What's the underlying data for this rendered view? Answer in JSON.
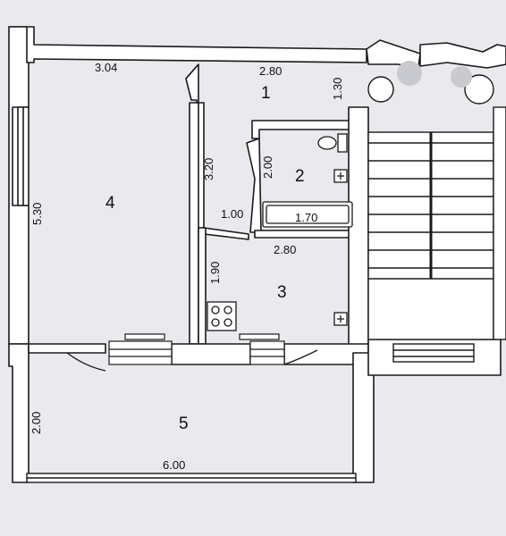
{
  "colors": {
    "paper": "#e9e9ee",
    "ink": "#1a1a1a",
    "wall": "#ffffff",
    "shadow": "#c9c9d0"
  },
  "rooms": {
    "r1": "1",
    "r2": "2",
    "r3": "3",
    "r4": "4",
    "r5": "5"
  },
  "dims": {
    "top_left_width": "3.04",
    "hall_width": "2.80",
    "hall_depth": "1.30",
    "room4_height": "5.30",
    "hall_length": "3.20",
    "bath_depth": "2.00",
    "bath_length": "1.70",
    "door_width": "1.00",
    "kitchen_width": "2.80",
    "kitchen_depth": "1.90",
    "balcony_depth": "2.00",
    "balcony_width": "6.00"
  }
}
